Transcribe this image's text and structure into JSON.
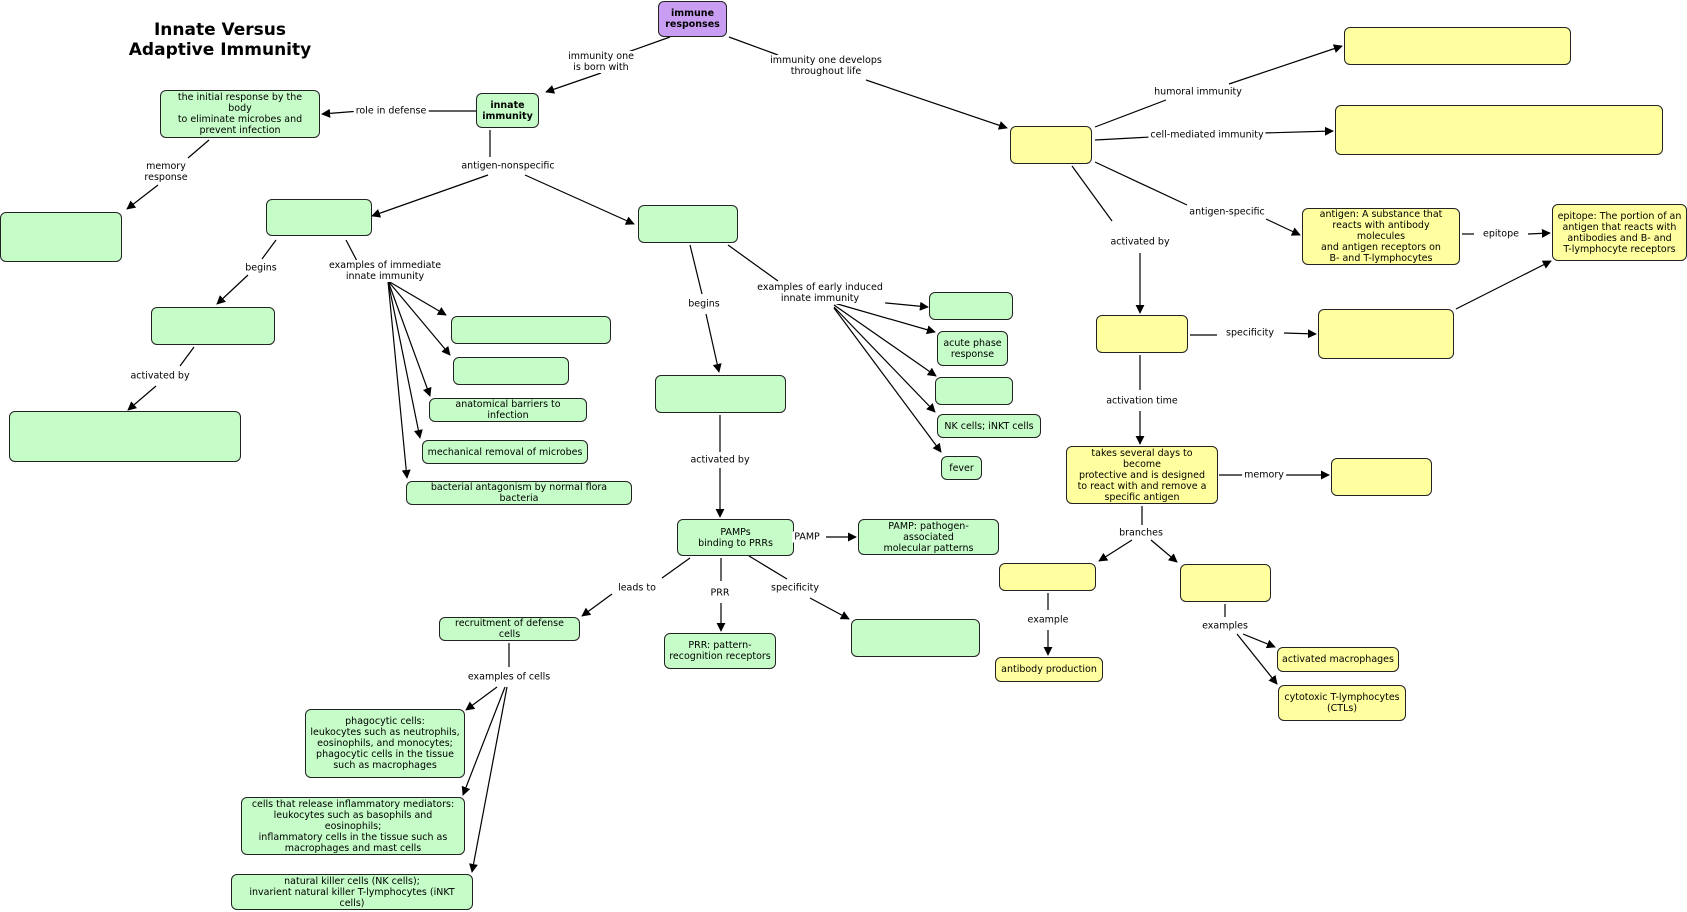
{
  "title": "Innate Versus\nAdaptive Immunity",
  "nodes": {
    "immune": "immune\nresponses",
    "innate": "innate\nimmunity",
    "initial": "the initial response by the body\nto eliminate microbes and\nprevent infection",
    "memory_blank": "",
    "imm_blank": "",
    "imm_begins_blank": "",
    "imm_activated_blank": "",
    "ex_imm_1": "",
    "ex_imm_2": "",
    "anatomical": "anatomical barriers to infection",
    "mechanical": "mechanical removal of microbes",
    "bacterial": "bacterial antagonism by normal flora bacteria",
    "early_blank": "",
    "early_begins_blank": "",
    "early_ex_1": "",
    "acute": "acute phase\nresponse",
    "early_ex_3": "",
    "nk_inkt": "NK cells; iNKT cells",
    "fever": "fever",
    "pamps": "PAMPs\nbinding to PRRs",
    "pamp_def": "PAMP: pathogen-associated\nmolecular patterns",
    "prr_def": "PRR: pattern-\nrecognition receptors",
    "spec_blank": "",
    "recruit": "recruitment of defense cells",
    "phago": "phagocytic cells:\nleukocytes such as neutrophils,\neosinophils, and monocytes;\nphagocytic cells in the tissue\nsuch as macrophages",
    "inflam": "cells that release inflammatory mediators:\nleukocytes such as basophils and eosinophils;\ninflammatory cells in the tissue such as\nmacrophages and mast cells",
    "nk": "natural killer cells (NK cells);\ninvarient natural killer T-lymphocytes (iNKT cells)",
    "adaptive": "",
    "humoral_blank": "",
    "cell_blank": "",
    "antigen": "antigen: A substance that\nreacts with antibody molecules\nand antigen receptors on\nB- and T-lymphocytes",
    "epitope": "epitope: The portion of an\nantigen that reacts with\nantibodies and B- and\nT-lymphocyte receptors",
    "act_blank": "",
    "spec2_blank": "",
    "takes": "takes several days to become\nprotective and is designed\nto react with and remove a\nspecific antigen",
    "mem2_blank": "",
    "branch1": "",
    "branch2": "",
    "antibody": "antibody production",
    "macro": "activated macrophages",
    "ctl": "cytotoxic T-lymphocytes\n(CTLs)"
  },
  "links": {
    "born": "immunity one\nis born with",
    "develops": "immunity one develops\nthroughout life",
    "role": "role in defense",
    "memory_response": "memory\nresponse",
    "nonspecific": "antigen-nonspecific",
    "begins1": "begins",
    "ex_immediate": "examples of immediate\ninnate immunity",
    "activated_by1": "activated by",
    "begins2": "begins",
    "ex_early": "examples of early induced\ninnate immunity",
    "activated_by2": "activated by",
    "pamp": "PAMP",
    "leads_to": "leads to",
    "prr": "PRR",
    "specificity1": "specificity",
    "examples_cells": "examples of cells",
    "humoral": "humoral immunity",
    "cell_mediated": "cell-mediated immunity",
    "antigen_specific": "antigen-specific",
    "epitope": "epitope",
    "activated_by3": "activated by",
    "specificity2": "specificity",
    "activation_time": "activation time",
    "memory": "memory",
    "branches": "branches",
    "example": "example",
    "examples": "examples"
  },
  "colors": {
    "innate_node": "#c5fcc7",
    "adaptive_node": "#ffff9f",
    "root_node": "#c99ef2",
    "line": "#000000"
  }
}
